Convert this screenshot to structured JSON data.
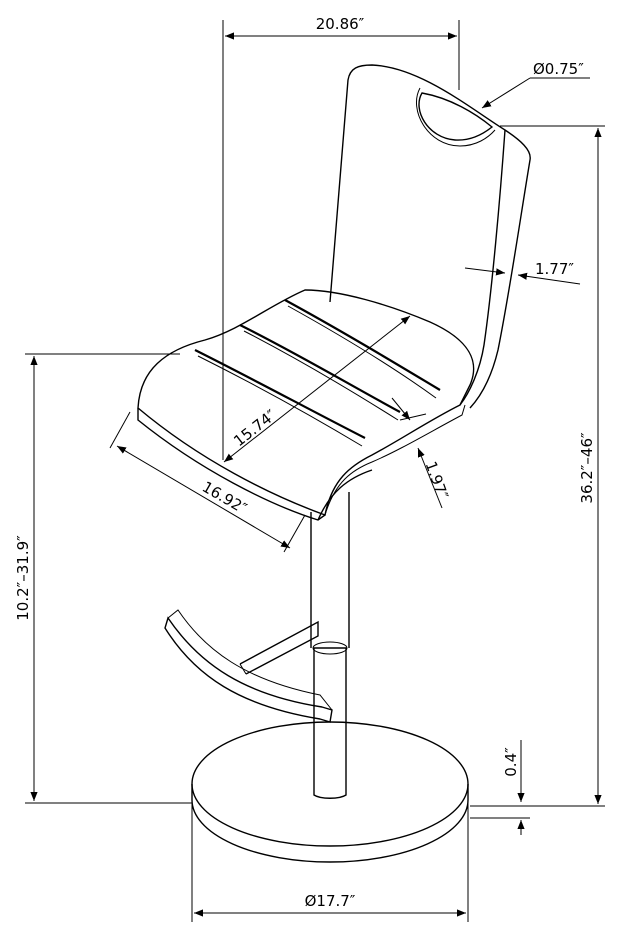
{
  "dimensions": {
    "top_width": "20.86″",
    "handle_diameter": "Ø0.75″",
    "back_thickness": "1.77″",
    "seat_depth": "15.74″",
    "seat_thickness": "1.97″",
    "seat_width": "16.92″",
    "seat_height_range": "10.2″–31.9″",
    "overall_height_range": "36.2″–46″",
    "base_thickness": "0.4″",
    "base_diameter": "Ø17.7″"
  },
  "colors": {
    "line": "#000000",
    "background": "#ffffff"
  }
}
